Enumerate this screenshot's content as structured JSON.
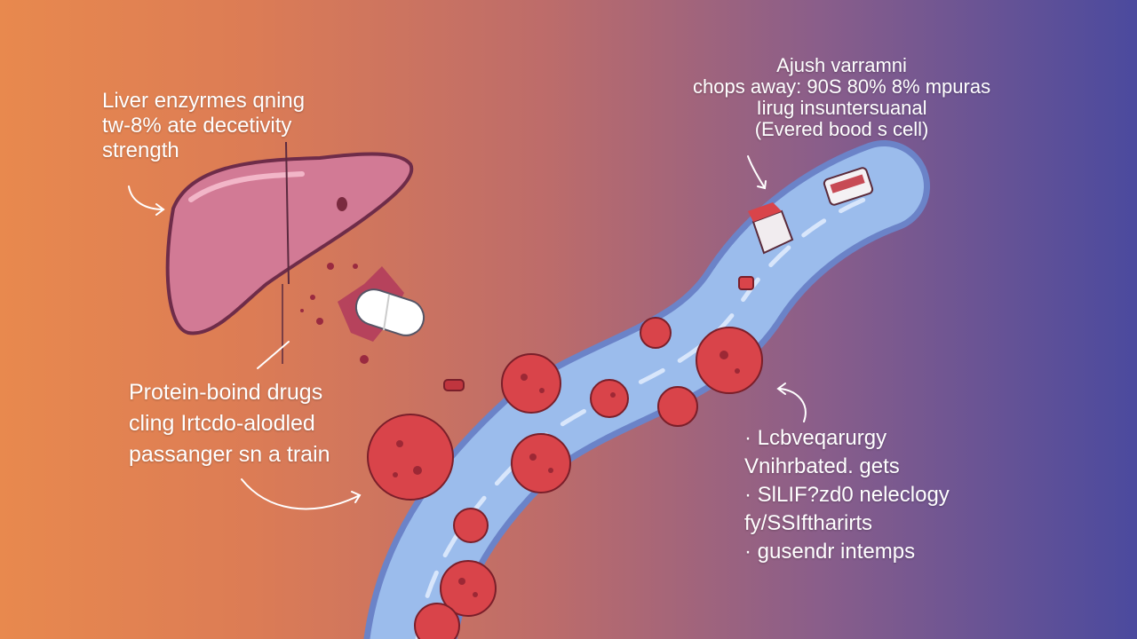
{
  "palette": {
    "bg_left": "#e8894e",
    "bg_right": "#4b4a9e",
    "liver": "#d27a95",
    "blood_cell": "#d9444a",
    "vessel": "#8fb2e6",
    "pill": "#ffffff",
    "text": "#ffffff"
  },
  "captions": {
    "liver": [
      "Liver enzyrmes qning",
      "tw-8% ate decetivity",
      "strength"
    ],
    "protein": [
      "Protein-boind drugs",
      "cling Irtcdo-alodled",
      "passanger sn a train"
    ],
    "top_right": [
      "Ajush varramni",
      "chops away: 90S 80% 8% mpuras",
      "Iirug insuntersuanal",
      "(Evered bood s cell)"
    ],
    "list": [
      "· Lcbveqarurgy",
      "Vnihrbated. gets",
      "· SlLIF?zd0 neleclogy",
      "fy/SSIftharirts",
      "· gusendr intemps"
    ]
  },
  "icons": {
    "liver": "liver-illustration",
    "pill": "capsule-pill",
    "vessel": "blood-vessel",
    "cells": "red-blood-cell",
    "vehicle": "transport-vehicle"
  }
}
